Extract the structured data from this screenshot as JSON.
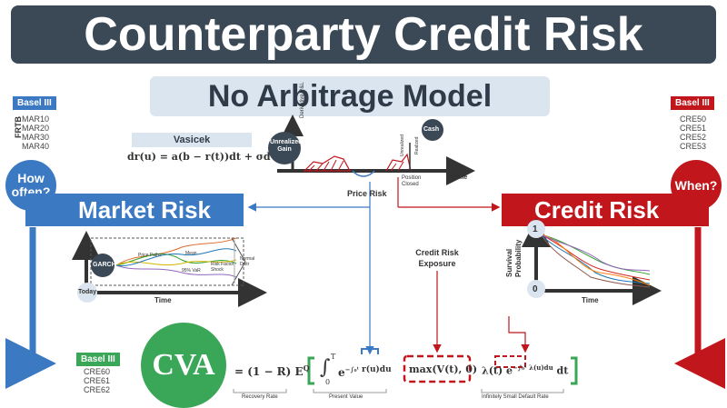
{
  "title": "Counterparty Credit Risk",
  "subtitle": "No Arbitrage Model",
  "left_regs": {
    "badge": "Basel III",
    "side_label": "FRTB",
    "items": [
      "MAR10",
      "MAR20",
      "MAR30",
      "MAR40"
    ]
  },
  "right_regs": {
    "badge": "Basel III",
    "items": [
      "CRE50",
      "CRE51",
      "CRE52",
      "CRE53"
    ]
  },
  "bottom_regs": {
    "badge": "Basel III",
    "items": [
      "CRE60",
      "CRE61",
      "CRE62"
    ]
  },
  "how_often": "How often?",
  "when": "When?",
  "market_risk": "Market Risk",
  "credit_risk": "Credit Risk",
  "vasicek": {
    "label": "Vasicek",
    "formula": "dr(u) = a(b − r(t))dt + σdW"
  },
  "top_diagram": {
    "unrealized_gain": "Unrealized Gain",
    "derivative_pnl": "Derivative P&L",
    "cash": "Cash",
    "unrealized": "Unrealized",
    "realized": "Realized",
    "position_closed": "Position Closed",
    "time": "Time",
    "price_risk": "Price Risk"
  },
  "market_diagram": {
    "garch": "GARCH",
    "price_paths": "Price Paths",
    "mean": "Mean",
    "var": "95% VaR",
    "risk_factor_shock": "Risk Factor Shock",
    "normal_distr": "Normal Distr",
    "today": "Today",
    "time": "Time"
  },
  "credit_exposure": "Credit Risk Exposure",
  "credit_diagram": {
    "survival": "Survival Probability",
    "one": "1",
    "zero": "0",
    "time": "Time"
  },
  "cva": "CVA",
  "formula": {
    "part1": "= (1 − R)  E",
    "q": "Q",
    "integral": "∫",
    "upper_T": "T",
    "lower_0": "0",
    "exp_term": "e",
    "exp_sup": "−∫₀ᵗ",
    "ru": "r(u)du",
    "max": "max(V(t), 0)",
    "lambda": "λ(t)",
    "exp2_sup": "−∫₀ᵗ λ(u)du",
    "dt": "dt",
    "recovery_rate": "Recovery Rate",
    "present_value": "Present Value",
    "default_rate": "Infinitely Small Default Rate"
  },
  "colors": {
    "blue": "#3b79c3",
    "red": "#c0161c",
    "green": "#3aa657",
    "dark": "#3b4856"
  }
}
